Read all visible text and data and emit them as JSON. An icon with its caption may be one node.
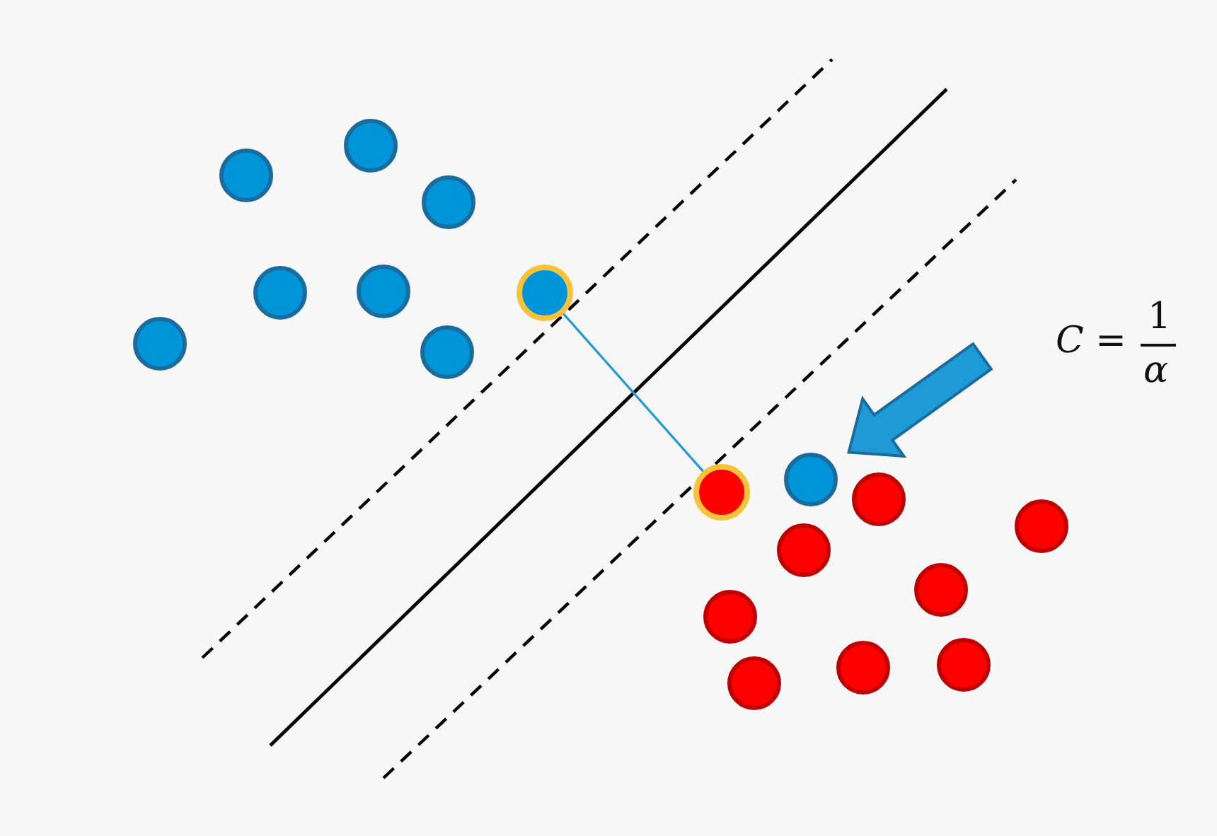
{
  "diagram": {
    "nodes": [
      {
        "text": [],
        "shape": "circle"
      },
      {
        "text": [],
        "shape": "circle"
      },
      {
        "text": [],
        "shape": "circle"
      },
      {
        "text": [],
        "shape": "circle"
      },
      {
        "text": [],
        "shape": "circle"
      },
      {
        "text": [],
        "shape": "circle"
      },
      {
        "text": [],
        "shape": "circle"
      },
      {
        "text": [],
        "shape": "circle"
      },
      {
        "text": [],
        "shape": "circle"
      },
      {
        "text": [],
        "shape": "circle"
      },
      {
        "text": [],
        "shape": "circle"
      },
      {
        "text": [],
        "shape": "circle"
      },
      {
        "text": [],
        "shape": "circle"
      },
      {
        "text": [],
        "shape": "circle"
      },
      {
        "text": [],
        "shape": "circle"
      },
      {
        "text": [],
        "shape": "circle"
      },
      {
        "text": [],
        "shape": "circle"
      },
      {
        "text": [],
        "shape": "circle"
      }
    ],
    "edges": [
      {
        "from": null,
        "to": 8,
        "arrow": "to",
        "style": "thick"
      },
      {
        "from": 5,
        "to": 9,
        "arrow": "none"
      }
    ],
    "labels": [
      "*C* =",
      "1",
      "α"
    ]
  }
}
